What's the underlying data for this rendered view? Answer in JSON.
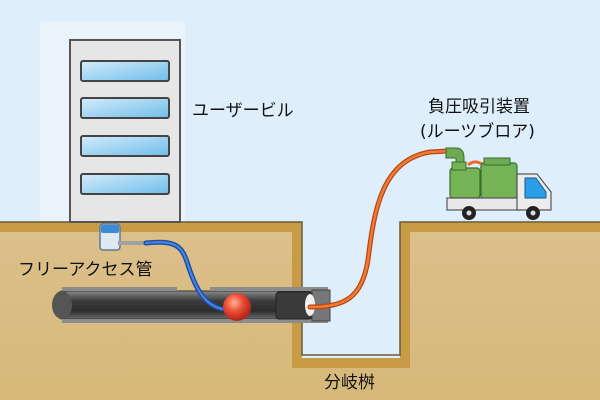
{
  "labels": {
    "building": "ユーザービル",
    "vacuum_device_line1": "負圧吸引装置",
    "vacuum_device_line2": "(ルーツブロア)",
    "free_access_pipe": "フリーアクセス管",
    "branch_pit": "分岐桝"
  },
  "colors": {
    "sky": "#dfeefb",
    "soil": "#d6b473",
    "soil_edge": "#bb8f3f",
    "soil_inner": "#e2c891",
    "building_wall": "#e4e4e4",
    "window": "#8fcdf0",
    "blue_hose": "#2a62c4",
    "orange_hose": "#ee6a22",
    "ball": "#e84b34",
    "tank_green": "#74b456",
    "truck_cab_window": "#2a9ee6",
    "pipe_dark": "#4a4a4a"
  }
}
